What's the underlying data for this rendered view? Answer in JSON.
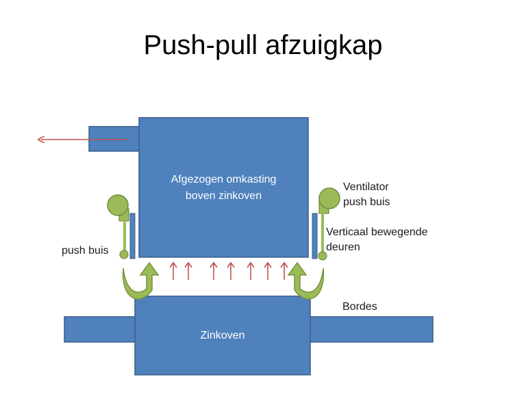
{
  "title": "Push-pull afzuigkap",
  "labels": {
    "enclosure_line1": "Afgezogen omkasting",
    "enclosure_line2": "boven zinkoven",
    "fan_line1": "Ventilator",
    "fan_line2": "push buis",
    "doors_line1": "Verticaal bewegende",
    "doors_line2": "deuren",
    "push_pipe": "push buis",
    "platform": "Bordes",
    "furnace": "Zinkoven"
  },
  "colors": {
    "box_fill": "#4f81bd",
    "box_stroke": "#385d8a",
    "arrow_red": "#c0504d",
    "green": "#9bbb59",
    "green_dark": "#71893f",
    "curved_arrow": "#77933c"
  },
  "icons": [
    "fan-icon",
    "push-nozzle-icon",
    "exhaust-arrow-icon",
    "updraft-arrow-icon",
    "curved-airflow-arrow-icon"
  ]
}
